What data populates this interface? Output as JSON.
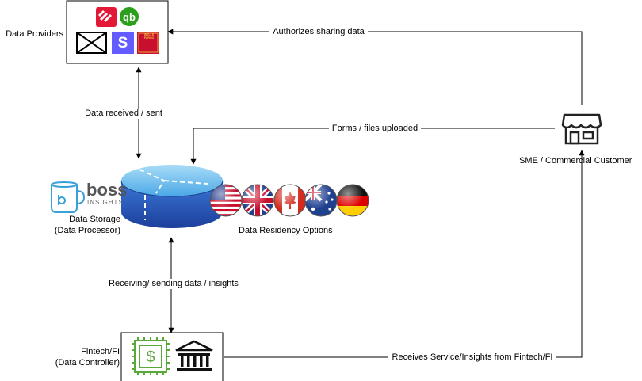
{
  "diagram": {
    "data_providers": {
      "label": "Data Providers",
      "logos": [
        "bank-of-america-logo",
        "quickbooks-logo",
        "placeholder-logo",
        "stripe-logo",
        "wells-fargo-logo"
      ],
      "wells_fargo_text": "WELLS FARGO",
      "stripe_text": "S"
    },
    "data_storage": {
      "label_line1": "Data Storage",
      "label_line2": "(Data Processor)",
      "brand_name": "boss",
      "brand_sub": "INSIGHTS"
    },
    "residency": {
      "label": "Data Residency Options",
      "flags": [
        "usa-flag",
        "uk-flag",
        "canada-flag",
        "australia-flag",
        "germany-flag"
      ]
    },
    "sme": {
      "label": "SME / Commercial Customer"
    },
    "fintech": {
      "label_line1": "Fintech/FI",
      "label_line2": "(Data Controller)"
    },
    "edges": {
      "authorizes": "Authorizes sharing data",
      "data_received": "Data received / sent",
      "forms_uploaded": "Forms / files uploaded",
      "receiving_sending": "Receiving/ sending data / insights",
      "receives_service": "Receives Service/Insights from Fintech/FI"
    },
    "colors": {
      "cylinder_top": "#7fc4ee",
      "cylinder_body": "#2a5cc0",
      "boss_blue": "#3aa0d8",
      "fintech_green": "#5ba83a",
      "wells_red": "#c8102e",
      "stripe_purple": "#635bff",
      "qb_green": "#2ca01c",
      "boa_red": "#e31837"
    }
  }
}
